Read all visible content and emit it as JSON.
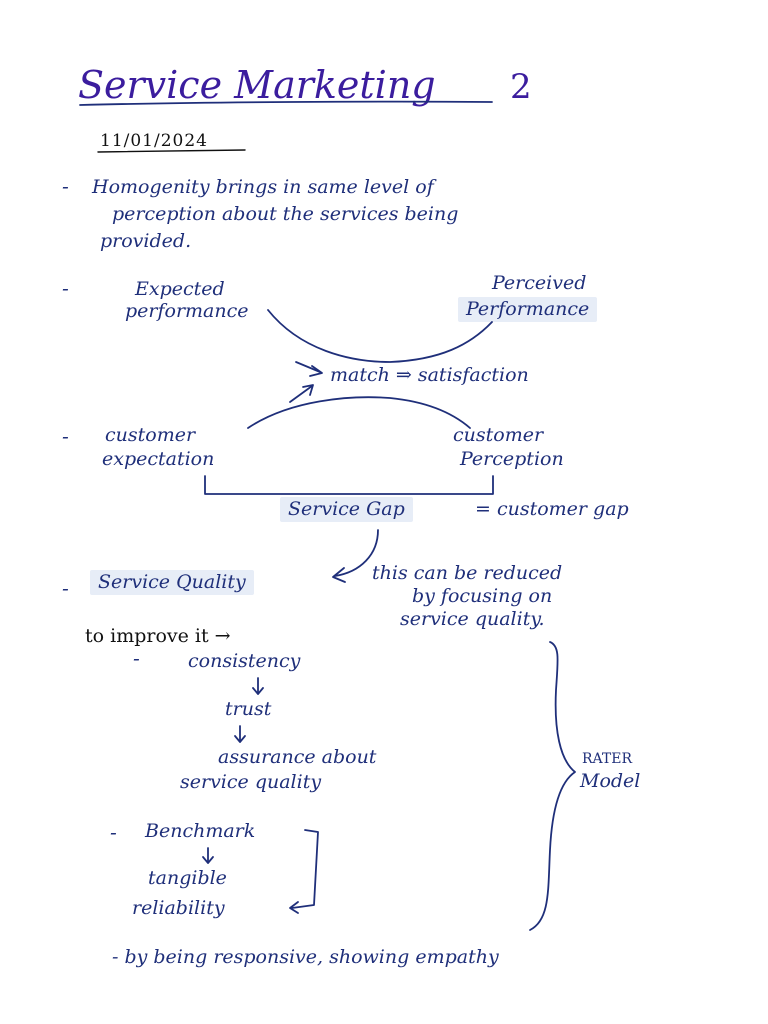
{
  "title": "Service Marketing",
  "title_number": "2",
  "date": "11/01/2024",
  "bullet_dash": "-",
  "notes": {
    "homogeneity": [
      "Homogenity brings in same level of",
      "perception about the services being",
      "provided."
    ],
    "expected_performance": [
      "Expected",
      "performance"
    ],
    "perceived_performance": [
      "Perceived",
      "Performance"
    ],
    "match_satisfaction": "match ⇒ satisfaction",
    "customer_expectation": [
      "customer",
      "expectation"
    ],
    "customer_perception": [
      "customer",
      "Perception"
    ],
    "service_gap": "Service Gap",
    "equals_customer_gap": "= customer gap",
    "service_quality": "Service Quality",
    "reduced_note": [
      "this can be reduced",
      "by focusing on",
      "service quality."
    ],
    "to_improve": "to improve it →",
    "consistency": "consistency",
    "trust": "trust",
    "assurance": [
      "assurance about",
      "service quality"
    ],
    "benchmark": "Benchmark",
    "tangible": "tangible",
    "reliability": "reliability",
    "rater": [
      "RATER",
      "Model"
    ],
    "responsive": "- by being responsive, showing empathy"
  }
}
